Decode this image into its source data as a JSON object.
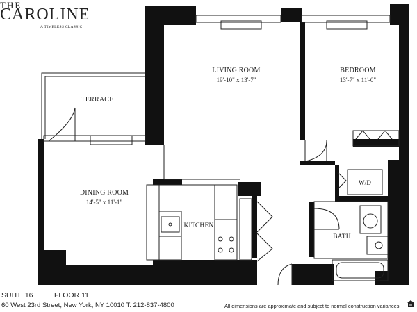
{
  "logo": {
    "the": "THE",
    "name": "CAROLINE",
    "tagline": "A TIMELESS CLASSIC"
  },
  "rooms": {
    "living": {
      "name": "LIVING ROOM",
      "dims": "19'-10\" x 13'-7\""
    },
    "bedroom": {
      "name": "BEDROOM",
      "dims": "13'-7\" x 11'-0\""
    },
    "terrace": {
      "name": "TERRACE"
    },
    "dining": {
      "name": "DINING ROOM",
      "dims": "14'-5\" x 11'-1\""
    },
    "kitchen": {
      "name": "KITCHEN"
    },
    "bath": {
      "name": "BATH"
    },
    "wd": {
      "name": "W/D"
    }
  },
  "footer": {
    "suite": "SUITE 16",
    "floor": "FLOOR 11",
    "address": "60 West 23rd Street, New York, NY 10010 T: 212-837-4800",
    "disclaimer": "All dimensions are approximate and subject to normal construction variances."
  },
  "icons": {
    "equal_housing": "equal-housing-icon"
  }
}
